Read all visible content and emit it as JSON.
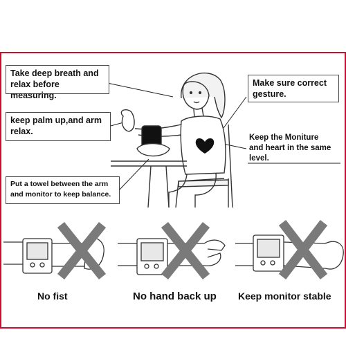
{
  "callouts": {
    "breath": [
      "Take deep breath and",
      "relax before measuring."
    ],
    "palm": [
      "keep palm up,and arm",
      "relax."
    ],
    "towel": [
      "Put a towel between the arm",
      "and monitor to keep balance."
    ],
    "gesture": [
      "Make sure correct",
      "gesture."
    ],
    "level": [
      "Keep the Moniture",
      "and heart in the same",
      "level."
    ]
  },
  "captions": {
    "fist": "No fist",
    "hand_back": "No hand back up",
    "stable": "Keep monitor stable"
  },
  "colors": {
    "frame": "#c8102e",
    "cross": "#7a7a7a",
    "line": "#222222"
  }
}
